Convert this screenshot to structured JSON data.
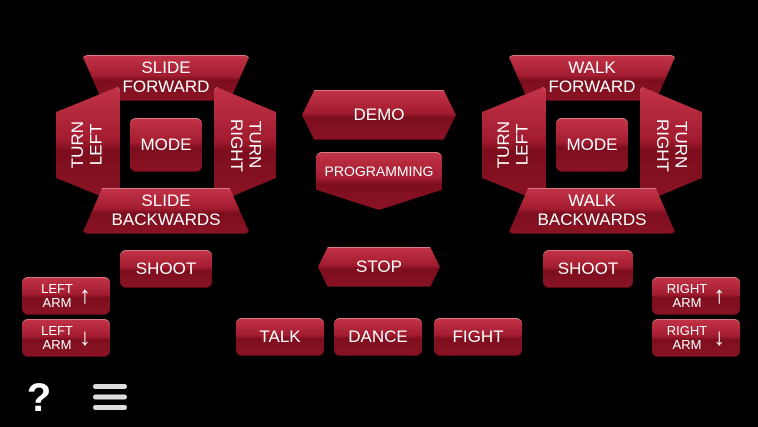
{
  "left_pad": {
    "up": "SLIDE\nFORWARD",
    "left": "TURN\nLEFT",
    "center": "MODE",
    "right": "TURN\nRIGHT",
    "down": "SLIDE\nBACKWARDS",
    "shoot": "SHOOT"
  },
  "right_pad": {
    "up": "WALK\nFORWARD",
    "left": "TURN\nLEFT",
    "center": "MODE",
    "right": "TURN\nRIGHT",
    "down": "WALK\nBACKWARDS",
    "shoot": "SHOOT"
  },
  "center": {
    "demo": "DEMO",
    "programming": "PROGRAMMING",
    "stop": "STOP",
    "talk": "TALK",
    "dance": "DANCE",
    "fight": "FIGHT"
  },
  "arms": {
    "left_up": "LEFT\nARM",
    "left_down": "LEFT\nARM",
    "right_up": "RIGHT\nARM",
    "right_down": "RIGHT\nARM",
    "up_arrow": "↑",
    "down_arrow": "↓"
  },
  "footer": {
    "help": "?",
    "menu_icon": "hamburger-menu-icon"
  },
  "colors": {
    "button": "#a31c30",
    "background": "#000000"
  }
}
